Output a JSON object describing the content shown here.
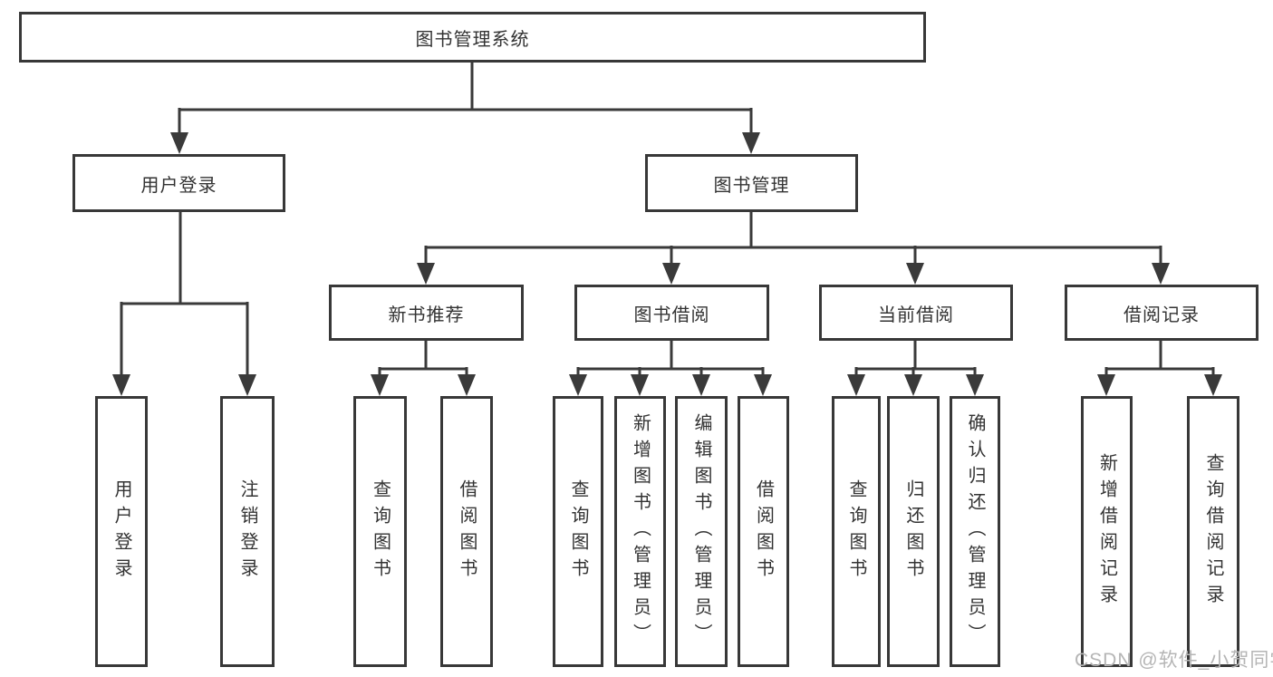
{
  "diagram": {
    "root": {
      "label": "图书管理系统"
    },
    "branches": [
      {
        "label": "用户登录",
        "children": [
          {
            "label": "用户登录"
          },
          {
            "label": "注销登录"
          }
        ]
      },
      {
        "label": "图书管理",
        "children": [
          {
            "label": "新书推荐",
            "children": [
              {
                "label": "查询图书"
              },
              {
                "label": "借阅图书"
              }
            ]
          },
          {
            "label": "图书借阅",
            "children": [
              {
                "label": "查询图书"
              },
              {
                "label": "新增图书（管理员）"
              },
              {
                "label": "编辑图书（管理员）"
              },
              {
                "label": "借阅图书"
              }
            ]
          },
          {
            "label": "当前借阅",
            "children": [
              {
                "label": "查询图书"
              },
              {
                "label": "归还图书"
              },
              {
                "label": "确认归还（管理员）"
              }
            ]
          },
          {
            "label": "借阅记录",
            "children": [
              {
                "label": "新增借阅记录"
              },
              {
                "label": "查询借阅记录"
              }
            ]
          }
        ]
      }
    ]
  },
  "watermark": {
    "text": "CSDN @软件_小贺同学"
  },
  "colors": {
    "line": "#3a3a3a",
    "box_border": "#383838",
    "box_fill": "#ffffff",
    "text": "#333333",
    "watermark": "#b5b5b5",
    "background": "#ffffff"
  }
}
